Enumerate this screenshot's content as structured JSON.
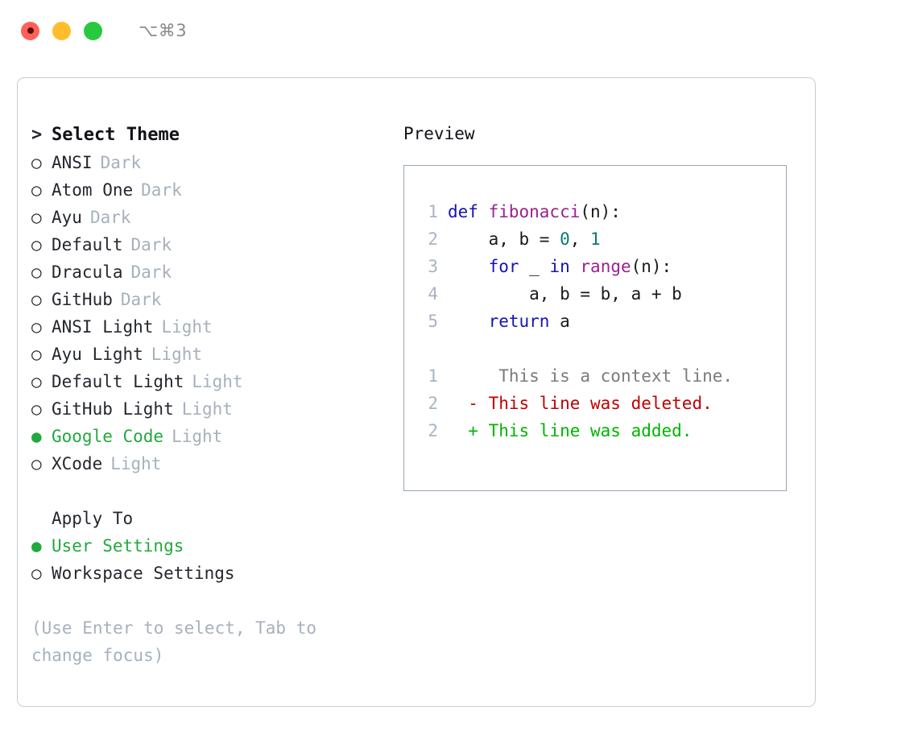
{
  "titlebar": {
    "shortcut": "⌥⌘3",
    "buttons": [
      "close",
      "minimize",
      "maximize"
    ]
  },
  "theme_picker": {
    "header_marker": ">",
    "header": "Select Theme",
    "items": [
      {
        "marker": "○",
        "name": "ANSI",
        "badge": "Dark",
        "selected": false
      },
      {
        "marker": "○",
        "name": "Atom One",
        "badge": "Dark",
        "selected": false
      },
      {
        "marker": "○",
        "name": "Ayu",
        "badge": "Dark",
        "selected": false
      },
      {
        "marker": "○",
        "name": "Default",
        "badge": "Dark",
        "selected": false
      },
      {
        "marker": "○",
        "name": "Dracula",
        "badge": "Dark",
        "selected": false
      },
      {
        "marker": "○",
        "name": "GitHub",
        "badge": "Dark",
        "selected": false
      },
      {
        "marker": "○",
        "name": "ANSI Light",
        "badge": "Light",
        "selected": false
      },
      {
        "marker": "○",
        "name": "Ayu Light",
        "badge": "Light",
        "selected": false
      },
      {
        "marker": "○",
        "name": "Default Light",
        "badge": "Light",
        "selected": false
      },
      {
        "marker": "○",
        "name": "GitHub Light",
        "badge": "Light",
        "selected": false
      },
      {
        "marker": "●",
        "name": "Google Code",
        "badge": "Light",
        "selected": true
      },
      {
        "marker": "○",
        "name": "XCode",
        "badge": "Light",
        "selected": false
      }
    ]
  },
  "apply_to": {
    "header": "Apply To",
    "items": [
      {
        "marker": "●",
        "name": "User Settings",
        "selected": true
      },
      {
        "marker": "○",
        "name": "Workspace Settings",
        "selected": false
      }
    ]
  },
  "hint": "(Use Enter to select, Tab to change focus)",
  "preview": {
    "title": "Preview",
    "code_lines": [
      {
        "num": "1",
        "tokens": [
          {
            "t": "def ",
            "c": "kw"
          },
          {
            "t": "fibonacci",
            "c": "fn"
          },
          {
            "t": "(n):",
            "c": "pl"
          }
        ]
      },
      {
        "num": "2",
        "tokens": [
          {
            "t": "    a, b = ",
            "c": "pl"
          },
          {
            "t": "0",
            "c": "num"
          },
          {
            "t": ", ",
            "c": "pl"
          },
          {
            "t": "1",
            "c": "num"
          }
        ]
      },
      {
        "num": "3",
        "tokens": [
          {
            "t": "    ",
            "c": "pl"
          },
          {
            "t": "for",
            "c": "kw"
          },
          {
            "t": " _ ",
            "c": "pl"
          },
          {
            "t": "in",
            "c": "kw"
          },
          {
            "t": " ",
            "c": "pl"
          },
          {
            "t": "range",
            "c": "fn"
          },
          {
            "t": "(n):",
            "c": "pl"
          }
        ]
      },
      {
        "num": "4",
        "tokens": [
          {
            "t": "        a, b = b, a + b",
            "c": "pl"
          }
        ]
      },
      {
        "num": "5",
        "tokens": [
          {
            "t": "    ",
            "c": "pl"
          },
          {
            "t": "return",
            "c": "kw"
          },
          {
            "t": " a",
            "c": "pl"
          }
        ]
      }
    ],
    "diff_lines": [
      {
        "num": "1",
        "sign": " ",
        "text": "  This is a context line.",
        "kind": "ctx"
      },
      {
        "num": "2",
        "sign": "-",
        "text": " This line was deleted.",
        "kind": "del"
      },
      {
        "num": "2",
        "sign": "+",
        "text": " This line was added.",
        "kind": "add"
      }
    ]
  },
  "colors": {
    "accent_green": "#22a93e",
    "muted": "#a7b0bd",
    "panel_border": "#c9ccd4",
    "preview_border": "#9aa6b4",
    "keyword": "#1414b4",
    "function": "#9c2191",
    "number": "#0b7a72",
    "diff_added": "#00b400",
    "diff_deleted": "#c00000",
    "traffic_red": "#ff6159",
    "traffic_yellow": "#ffbd2e",
    "traffic_green": "#27c93f"
  }
}
